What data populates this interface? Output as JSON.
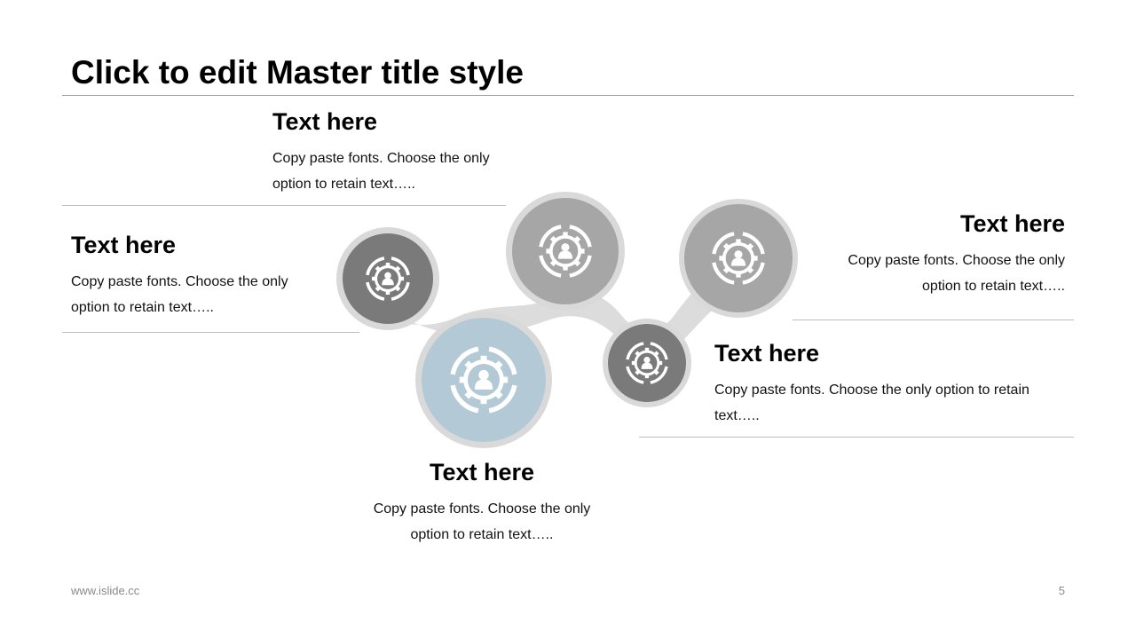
{
  "slide": {
    "title": "Click to edit Master title style",
    "footer_left": "www.islide.cc",
    "page_number": "5"
  },
  "blocks": [
    {
      "heading": "Text here",
      "body_line1": "Copy paste fonts. Choose the only",
      "body_line2": "option to retain text….."
    },
    {
      "heading": "Text here",
      "body_line1": "Copy paste fonts. Choose the only",
      "body_line2": "option to retain text….."
    },
    {
      "heading": "Text here",
      "body_line1": "Copy paste fonts. Choose the only",
      "body_line2": "option to retain text….."
    },
    {
      "heading": "Text here",
      "body_line1": "Copy paste fonts. Choose the only option to retain",
      "body_line2": "text….."
    },
    {
      "heading": "Text here",
      "body_line1": "Copy paste fonts. Choose the only",
      "body_line2": "option to retain text….."
    }
  ],
  "diagram": {
    "nodes": [
      {
        "icon": "gear-person-icon",
        "color": "#7a7a7a"
      },
      {
        "icon": "gear-person-icon",
        "color": "#a6a6a6"
      },
      {
        "icon": "gear-person-icon",
        "color": "#b3cad6"
      },
      {
        "icon": "gear-person-icon",
        "color": "#7a7a7a"
      },
      {
        "icon": "gear-person-icon",
        "color": "#a6a6a6"
      }
    ],
    "connector_color": "#dcdcdc",
    "ring_color": "#d9d9d9"
  }
}
